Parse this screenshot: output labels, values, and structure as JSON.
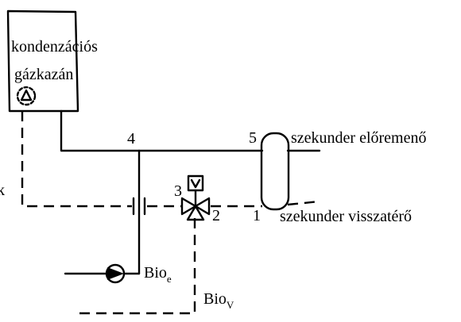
{
  "boiler": {
    "line1": "kondenzációs",
    "line2": "gázkazán",
    "icon": "fan-icon"
  },
  "nodes": {
    "n1": "1",
    "n2": "2",
    "n3": "3",
    "n4": "4",
    "n5": "5"
  },
  "pipes": {
    "supply": "szekunder előremenő",
    "return": "szekunder visszatérő"
  },
  "bio": {
    "e_main": "Bio",
    "e_sub": "e",
    "v_main": "Bio",
    "v_sub": "V"
  },
  "edge_text": "k",
  "icons": {
    "pump": "pump-icon",
    "valve": "three-way-valve-icon",
    "actuator": "valve-actuator-icon",
    "separator": "hydraulic-separator-icon"
  }
}
